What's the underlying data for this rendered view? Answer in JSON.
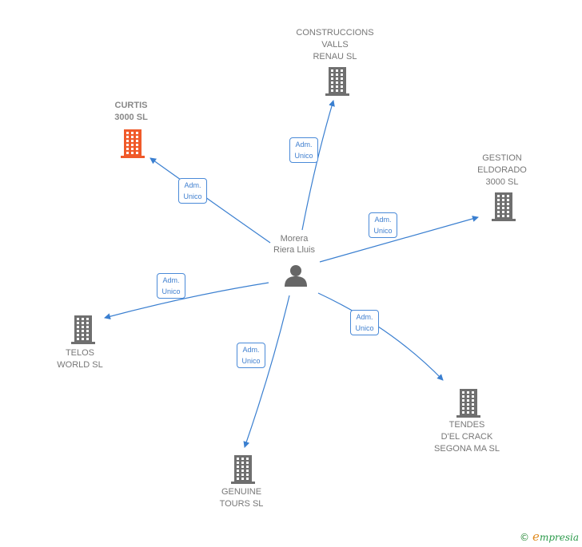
{
  "center": {
    "label": "Morera\nRiera Lluis",
    "icon": "person-icon",
    "color": "#666666"
  },
  "edge_color": "#3a7fd0",
  "node_color": "#6f6f6f",
  "highlight_color": "#f05a2a",
  "nodes": [
    {
      "id": "construccions",
      "label": "CONSTRUCCIONS\nVALLS\nRENAU SL",
      "icon": "building-icon",
      "highlight": false,
      "relation": "Adm.\nUnico"
    },
    {
      "id": "curtis",
      "label": "CURTIS\n3000 SL",
      "icon": "building-icon",
      "highlight": true,
      "relation": "Adm.\nUnico"
    },
    {
      "id": "gestion",
      "label": "GESTION\nELDORADO\n3000 SL",
      "icon": "building-icon",
      "highlight": false,
      "relation": "Adm.\nUnico"
    },
    {
      "id": "telos",
      "label": "TELOS\nWORLD SL",
      "icon": "building-icon",
      "highlight": false,
      "relation": "Adm.\nUnico"
    },
    {
      "id": "tendes",
      "label": "TENDES\nD'EL CRACK\nSEGONA MA SL",
      "icon": "building-icon",
      "highlight": false,
      "relation": "Adm.\nUnico"
    },
    {
      "id": "genuine",
      "label": "GENUINE\nTOURS SL",
      "icon": "building-icon",
      "highlight": false,
      "relation": "Adm.\nUnico"
    }
  ],
  "copyright": {
    "symbol": "©",
    "brand_initial": "e",
    "brand_rest": "mpresia"
  }
}
